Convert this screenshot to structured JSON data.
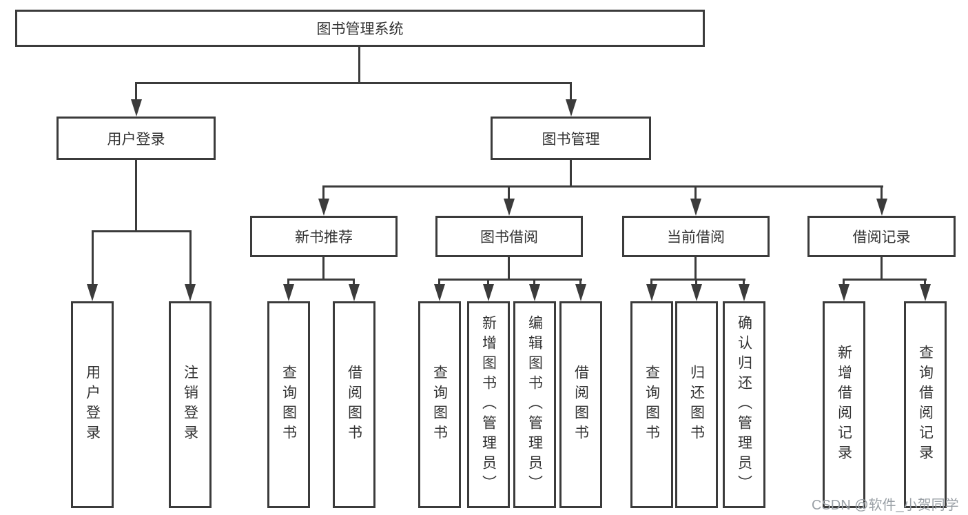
{
  "diagram_title": "图书管理系统",
  "watermark": "CSDN @软件_小贺同学",
  "colors": {
    "line": "#3b3b3b",
    "text": "#333333",
    "watermark": "#9aa0a6",
    "background": "#ffffff"
  },
  "nodes": {
    "root": "图书管理系统",
    "level2": {
      "user_login": "用户登录",
      "book_mgmt": "图书管理"
    },
    "level3": {
      "new_book_rec": "新书推荐",
      "book_borrow": "图书借阅",
      "current_borrow": "当前借阅",
      "borrow_record": "借阅记录"
    },
    "leaves": {
      "user_login_children": [
        "用户登录",
        "注销登录"
      ],
      "new_book_rec_children": [
        "查询图书",
        "借阅图书"
      ],
      "book_borrow_children": [
        "查询图书",
        "新增图书（管理员）",
        "编辑图书（管理员）",
        "借阅图书"
      ],
      "current_borrow_children": [
        "查询图书",
        "归还图书",
        "确认归还（管理员）"
      ],
      "borrow_record_children": [
        "新增借阅记录",
        "查询借阅记录"
      ]
    }
  }
}
